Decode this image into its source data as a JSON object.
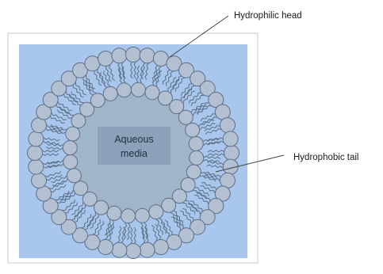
{
  "labels": {
    "head": "Hydrophilic head",
    "tail": "Hydrophobic tail",
    "core_line1": "Aqueous",
    "core_line2": "media"
  },
  "colors": {
    "background": "#a9c6ec",
    "frame_border": "#c9c9c9",
    "head_fill": "#b3c0d2",
    "head_stroke": "#5e6f86",
    "tail_stroke": "#5e6f86",
    "core_fill": "#a0b4ca",
    "core_box": "#8da2ba",
    "leader_line": "#444444"
  },
  "shapes": {
    "particle": "vesicle-bilayer-ring",
    "head": "circle",
    "tail": "double-wavy-line"
  }
}
